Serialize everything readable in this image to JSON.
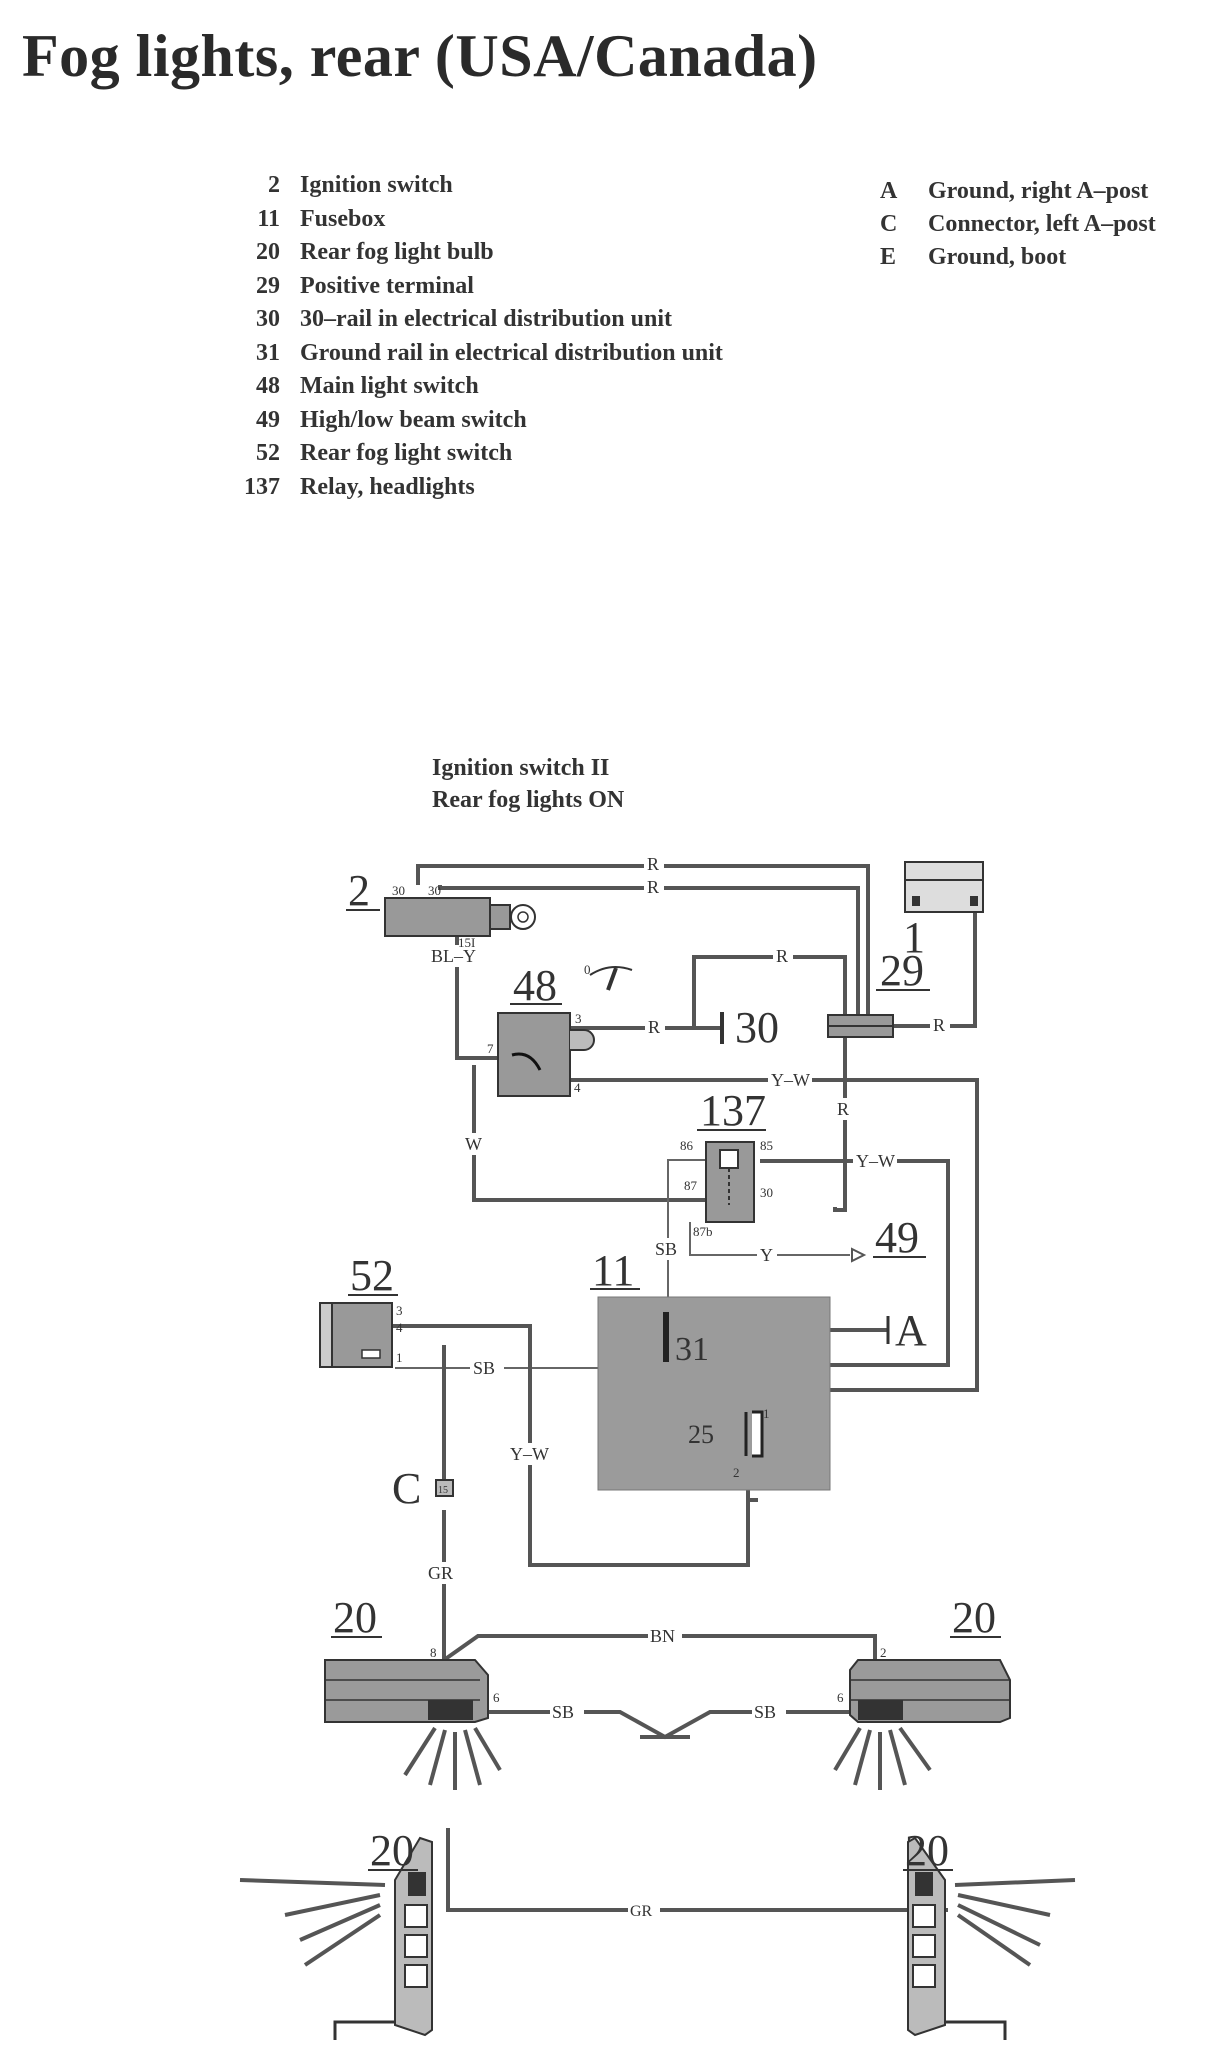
{
  "title": "Fog lights, rear (USA/Canada)",
  "legend_left": [
    {
      "num": "2",
      "label": "Ignition switch"
    },
    {
      "num": "11",
      "label": "Fusebox"
    },
    {
      "num": "20",
      "label": "Rear fog light bulb"
    },
    {
      "num": "29",
      "label": "Positive terminal"
    },
    {
      "num": "30",
      "label": "30–rail in electrical distribution unit"
    },
    {
      "num": "31",
      "label": "Ground rail in electrical distribution unit"
    },
    {
      "num": "48",
      "label": "Main light switch"
    },
    {
      "num": "49",
      "label": "High/low beam switch"
    },
    {
      "num": "52",
      "label": "Rear fog light switch"
    },
    {
      "num": "137",
      "label": "Relay, headlights"
    }
  ],
  "legend_right": [
    {
      "num": "A",
      "label": "Ground, right A–post"
    },
    {
      "num": "C",
      "label": "Connector, left A–post"
    },
    {
      "num": "E",
      "label": "Ground, boot"
    }
  ],
  "state": {
    "line1": "Ignition switch II",
    "line2": "Rear fog lights ON"
  },
  "diagram": {
    "components": {
      "c2": "2",
      "c48": "48",
      "c30": "30",
      "c29": "29",
      "c137": "137",
      "c11": "11",
      "c31": "31",
      "c25": "25",
      "c49": "49",
      "c52": "52",
      "c1": "1",
      "cA": "A",
      "cC": "C",
      "c20a": "20",
      "c20b": "20",
      "c20c": "20",
      "c20d": "20"
    },
    "wires": {
      "r_top1": "R",
      "r_top2": "R",
      "r_mid": "R",
      "r_30": "R",
      "r_29": "R",
      "r_vert": "R",
      "bl_y": "BL–Y",
      "y_w_top": "Y–W",
      "y_w_137": "Y–W",
      "w": "W",
      "y": "Y",
      "sb_11": "SB",
      "sb_52": "SB",
      "y_w_low": "Y–W",
      "gr_c": "GR",
      "bn": "BN",
      "sb_left": "SB",
      "sb_right": "SB",
      "gr_bottom": "GR"
    },
    "pins": {
      "p2_30a": "30",
      "p2_30b": "30",
      "p2_15": "15I",
      "p48_7": "7",
      "p48_3": "3",
      "p48_4": "4",
      "p48_dial0": "0",
      "p137_86": "86",
      "p137_85": "85",
      "p137_87": "87",
      "p137_30": "30",
      "p137_87b": "87b",
      "p52_3": "3",
      "p52_4": "4",
      "p52_1": "1",
      "p25_1": "1",
      "p25_2": "2",
      "pC_15": "15",
      "p20a_8": "8",
      "p20a_6": "6",
      "p20b_2": "2",
      "p20b_6": "6"
    }
  }
}
